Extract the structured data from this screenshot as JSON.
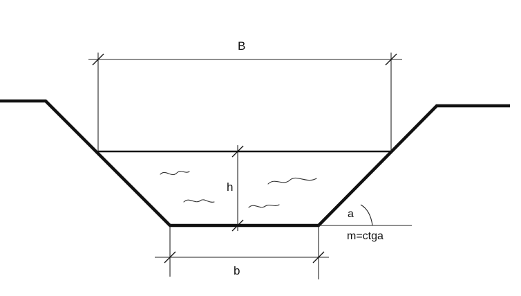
{
  "labels": {
    "top_width": "B",
    "depth": "h",
    "bottom_width": "b",
    "angle": "a",
    "slope_formula": "m=ctga"
  },
  "colors": {
    "lines": "#111111",
    "background": "#ffffff"
  }
}
